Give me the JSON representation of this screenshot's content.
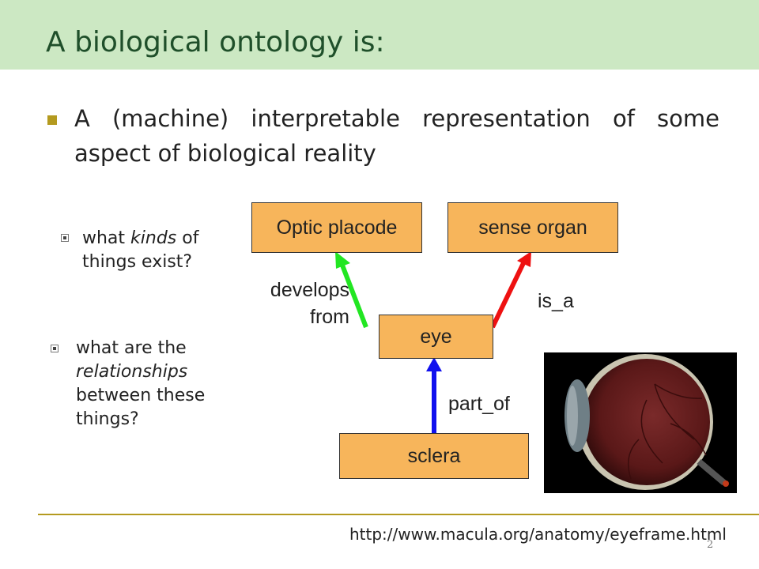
{
  "slide": {
    "title": "A biological ontology is:",
    "bullet": "A (machine) interpretable representation of some aspect of biological reality",
    "sub_points": [
      {
        "prefix": "what ",
        "emphasis": "kinds",
        "suffix": " of things exist?"
      },
      {
        "prefix": "what are the ",
        "emphasis": "relationships",
        "suffix": " between these things?"
      }
    ]
  },
  "diagram": {
    "nodes": {
      "optic_placode": "Optic placode",
      "sense_organ": "sense organ",
      "eye": "eye",
      "sclera": "sclera"
    },
    "relations": {
      "develops_from_line1": "develops",
      "develops_from_line2": "from",
      "is_a": "is_a",
      "part_of": "part_of"
    },
    "colors": {
      "node_fill": "#f7b55b",
      "develops_from_arrow": "#22e622",
      "is_a_arrow": "#ee1111",
      "part_of_arrow": "#1111ee",
      "title_band": "#cce8c3",
      "accent": "#b49a1f"
    }
  },
  "footer": {
    "url": "http://www.macula.org/anatomy/eyeframe.html",
    "page_number": "2"
  }
}
